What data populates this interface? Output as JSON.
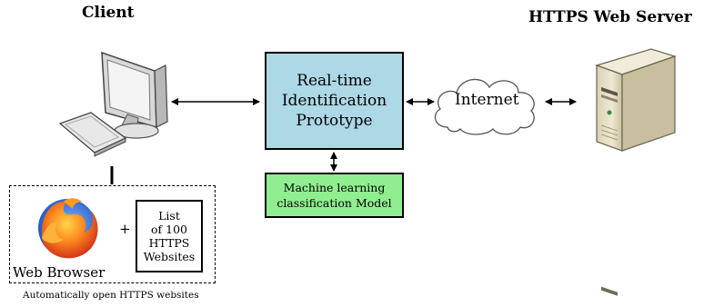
{
  "client_label": "Client",
  "server_label": "HTTPS Web Server",
  "prototype": {
    "line1": "Real-time",
    "line2": "Identification",
    "line3": "Prototype"
  },
  "model": {
    "line1": "Machine learning",
    "line2": "classification Model"
  },
  "internet_label": "Internet",
  "plus_sign": "+",
  "list_box": {
    "line1": "List",
    "line2": "of 100",
    "line3": "HTTPS",
    "line4": "Websites"
  },
  "browser_label": "Web Browser",
  "footnote": "Automatically open HTTPS websites",
  "icons": {
    "client": "desktop-computer-icon",
    "server": "server-tower-icon",
    "browser": "firefox-browser-icon",
    "cloud": "cloud-icon"
  }
}
